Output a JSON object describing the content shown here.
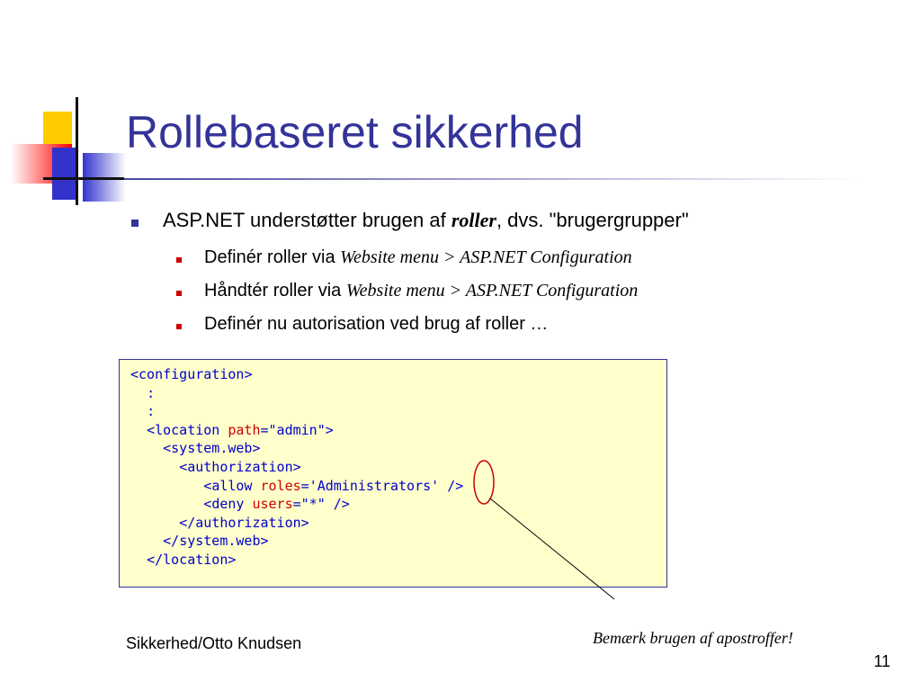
{
  "title": "Rollebaseret sikkerhed",
  "bullet1": {
    "pre": "ASP.NET understøtter brugen af ",
    "emph": "roller",
    "post": ", dvs. \"brugergrupper\""
  },
  "subbullets": [
    {
      "pre": "Definér roller via ",
      "path": "Website menu > ASP.NET Configuration"
    },
    {
      "pre": "Håndtér roller via ",
      "path": "Website menu > ASP.NET Configuration"
    },
    {
      "text": "Definér nu autorisation ved brug af roller …"
    }
  ],
  "code": {
    "l1": {
      "open": "<",
      "tag": "configuration",
      "close": ">"
    },
    "dots1": ":",
    "dots2": ":",
    "l3": {
      "open": "<",
      "tag": "location",
      "attr": "path",
      "eq": "=",
      "val": "\"admin\"",
      "close": ">"
    },
    "l4": {
      "open": "<",
      "tag": "system.web",
      "close": ">"
    },
    "l5": {
      "open": "<",
      "tag": "authorization",
      "close": ">"
    },
    "l6": {
      "open": "<",
      "tag": "allow",
      "attr": "roles",
      "eq": "=",
      "val": "'Administrators'",
      "close": " />"
    },
    "l7": {
      "open": "<",
      "tag": "deny",
      "attr": "users",
      "eq": "=",
      "val": "\"*\"",
      "close": " />"
    },
    "l8": {
      "open": "</",
      "tag": "authorization",
      "close": ">"
    },
    "l9": {
      "open": "</",
      "tag": "system.web",
      "close": ">"
    },
    "l10": {
      "open": "</",
      "tag": "location",
      "close": ">"
    }
  },
  "footer": "Sikkerhed/Otto Knudsen",
  "annotation": "Bemærk brugen af apostroffer!",
  "page_number": "11",
  "colors": {
    "title": "#333399",
    "bullet_main": "#333399",
    "bullet_sub": "#cc0000",
    "code_bg": "#ffffcc",
    "code_border": "#333399",
    "code_tag": "#0000cc",
    "code_attr": "#cc0000",
    "annotation_circle": "#cc0000"
  }
}
